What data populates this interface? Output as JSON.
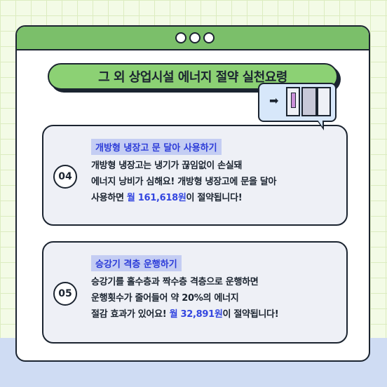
{
  "headline": "그 외 상업시설 에너지 절약 실천요령",
  "colors": {
    "background": "#f3fbe6",
    "titlebar": "#7bbf6a",
    "headline_bg": "#8cd174",
    "card_bg": "#eef0f6",
    "tag_bg": "#c4cdf3",
    "highlight": "#3346e0",
    "bottom_band": "#cfdcf3"
  },
  "window_icons": [
    "circle-icon",
    "circle-icon",
    "circle-icon"
  ],
  "tips": [
    {
      "number": "04",
      "title": "개방형 냉장고 문 달아 사용하기",
      "line1": "개방형 냉장고는 냉기가 끊임없이 손실돼",
      "line2": "에너지 낭비가 심해요! 개방형 냉장고에 문을 달아",
      "line3_prefix": "사용하면 ",
      "line3_highlight": "월 161,618원",
      "line3_suffix": "이 절약됩니다!"
    },
    {
      "number": "05",
      "title": "승강기 격층 운행하기",
      "line1": "승강기를 홀수층과 짝수층 격층으로 운행하면",
      "line2": "운행횟수가 줄어들어 약 20%의 에너지",
      "line3_prefix": "절감 효과가 있어요! ",
      "line3_highlight": "월 32,891원",
      "line3_suffix": "이 절약됩니다!"
    }
  ],
  "illustration": {
    "arrow_glyph": "➡"
  }
}
